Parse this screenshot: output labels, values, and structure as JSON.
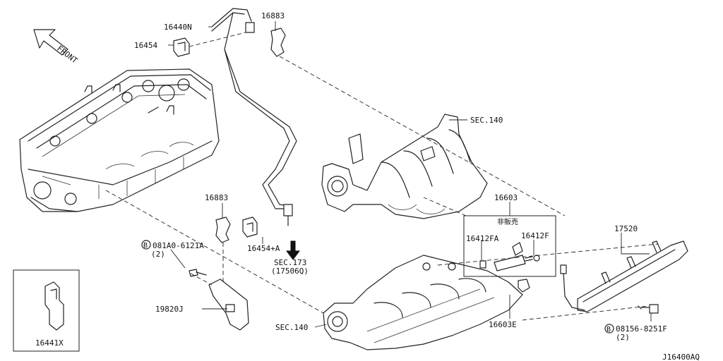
{
  "front_label": "FRONT",
  "diagram_code": "J16400AQ",
  "parts": {
    "p16440n": "16440N",
    "p16454": "16454",
    "p16883_top": "16883",
    "sec140_top": "SEC.140",
    "p16603": "16603",
    "not_for_sale": "非販売",
    "p16412fa": "16412FA",
    "p16412f": "16412F",
    "p17520": "17520",
    "p16883_mid": "16883",
    "p16454a": "16454+A",
    "sec173": "SEC.173",
    "sec173_sub": "(17506Q)",
    "bolt1_circle": "B",
    "bolt1": "081A0-6121A",
    "bolt1_qty": "(2)",
    "p19820j": "19820J",
    "sec140_bottom": "SEC.140",
    "p16603e": "16603E",
    "bolt2_circle": "B",
    "bolt2": "08156-8251F",
    "bolt2_qty": "(2)",
    "p16441x": "16441X"
  }
}
